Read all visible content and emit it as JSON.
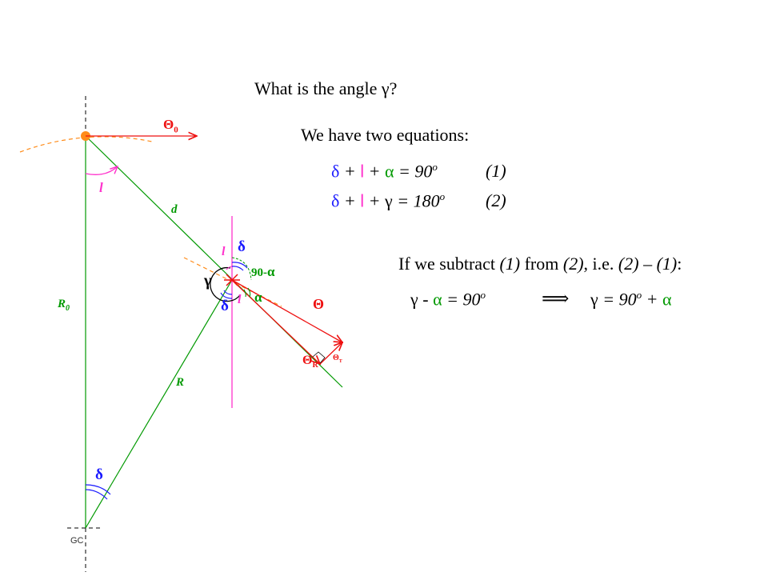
{
  "heading": {
    "prefix": "What is the angle ",
    "gamma": "γ",
    "suffix": "?"
  },
  "equations": {
    "intro": "We have two equations:",
    "eq1": {
      "delta": "δ",
      "plus1": " + ",
      "l": "l",
      "plus2": " + ",
      "alpha": "α",
      "rhs": " = 90",
      "deg": "o",
      "num": "(1)"
    },
    "eq2": {
      "delta": "δ",
      "plus1": " + ",
      "l": "l",
      "plus2": " + ",
      "gamma": "γ",
      "rhs": " = 180",
      "deg": "o",
      "num": "(2)"
    }
  },
  "derivation": {
    "p1": "If we subtract ",
    "r1": "(1)",
    "p2": " from ",
    "r2": "(2)",
    "p3": ", i.e. ",
    "r3": "(2) – (1)",
    "p4": ":",
    "lhs_gamma": "γ",
    "lhs_minus": " - ",
    "lhs_alpha": "α",
    "lhs_rhs": " = 90",
    "lhs_deg": "o",
    "implies": "⟹",
    "res_gamma": "γ",
    "res_rhs": " = 90",
    "res_deg": "o",
    "res_plus": " + ",
    "res_alpha": "α"
  },
  "diagram_labels": {
    "theta0": "Θ",
    "theta0_sub": "0",
    "l_top": "l",
    "d": "d",
    "R0": "R",
    "R0_sub": "0",
    "R": "R",
    "delta_bottom": "δ",
    "delta_upper": "δ",
    "delta_lower": "δ",
    "l_upper": "l",
    "l_lower": "l",
    "gamma": "γ",
    "ninety_minus": "90-",
    "ninety_alpha": "α",
    "alpha": "α",
    "theta": "Θ",
    "thetaR": "Θ",
    "thetaR_sub": "R",
    "thetaT": "Θ",
    "thetaT_sub": "T",
    "gc": "GC"
  },
  "colors": {
    "green": "#009900",
    "red": "#ee1111",
    "blue": "#1a1aff",
    "magenta": "#ff33cc",
    "orange": "#ff8c1a",
    "black": "#000000"
  }
}
